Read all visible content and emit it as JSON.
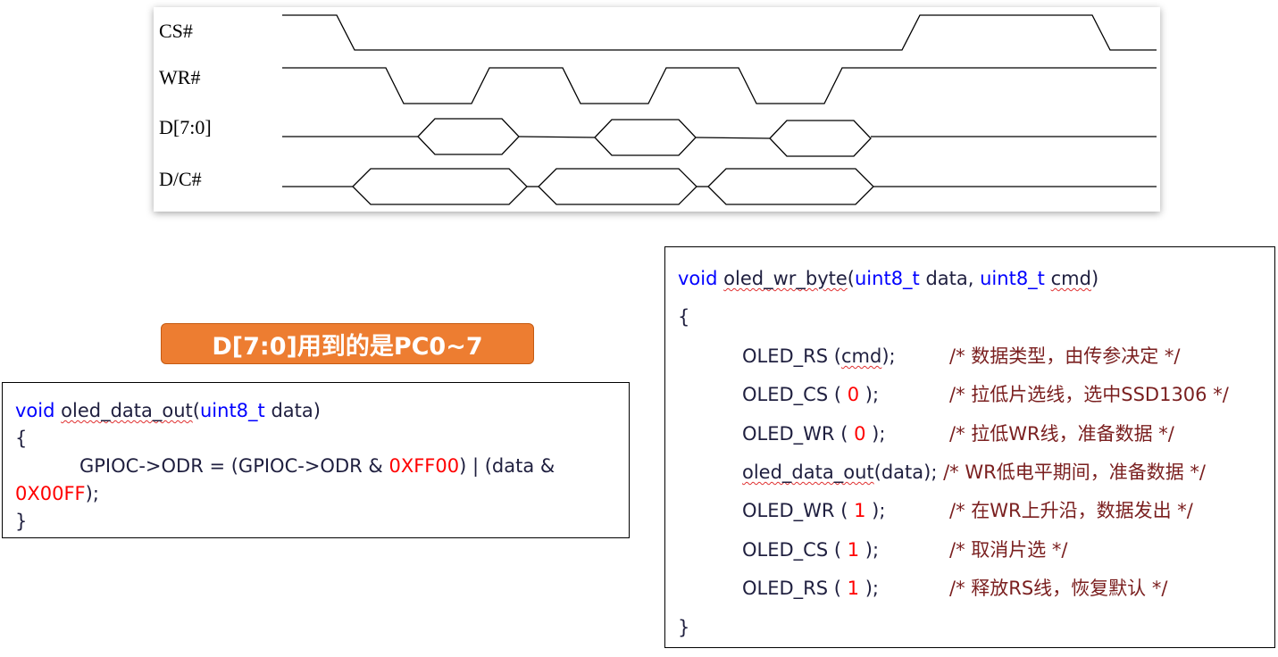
{
  "timing_diagram": {
    "signals": [
      "CS#",
      "WR#",
      "D[7:0]",
      "D/C#"
    ]
  },
  "callout": "D[7:0]用到的是PC0~7",
  "code_data_out": {
    "l1": {
      "void": "void",
      "fname": "oled_data_out",
      "paren": "(",
      "type": "uint8_t",
      "arg": " data)"
    },
    "l2": "{",
    "l3": {
      "a": "GPIOC->ODR = (GPIOC->ODR & ",
      "hex1": "0XFF00",
      "b": ") | (data &"
    },
    "l4": {
      "hex2": "0X00FF",
      "c": ");"
    },
    "l5": "}"
  },
  "code_wr_byte": {
    "l1": {
      "void": "void",
      "fname": "oled_wr_byte",
      "p1": "(",
      "t1": "uint8_t",
      "a1": " data, ",
      "t2": "uint8_t",
      "a2": " ",
      "a3": "cmd",
      "p2": ")"
    },
    "l2": "{",
    "stmts": [
      {
        "pre": "OLED_RS (",
        "wav": "cmd",
        "post": ");",
        "comment": "/* 数据类型，由传参决定 */"
      },
      {
        "pre": "OLED_CS ( ",
        "num": "0",
        "post": " );",
        "comment": "/* 拉低片选线，选中SSD1306 */"
      },
      {
        "pre": "OLED_WR ( ",
        "num": "0",
        "post": " );",
        "comment": "/* 拉低WR线，准备数据 */"
      },
      {
        "fn": "oled_data_out",
        "rest": "(data);",
        "comment": "/* WR低电平期间，准备数据 */"
      },
      {
        "pre": "OLED_WR ( ",
        "num": "1",
        "post": " );",
        "comment": "/* 在WR上升沿，数据发出 */"
      },
      {
        "pre": "OLED_CS ( ",
        "num": "1",
        "post": " );",
        "comment": "/* 取消片选 */"
      },
      {
        "pre": "OLED_RS ( ",
        "num": "1",
        "post": " );",
        "comment": "/* 释放RS线，恢复默认 */"
      }
    ],
    "l_end": "}"
  }
}
